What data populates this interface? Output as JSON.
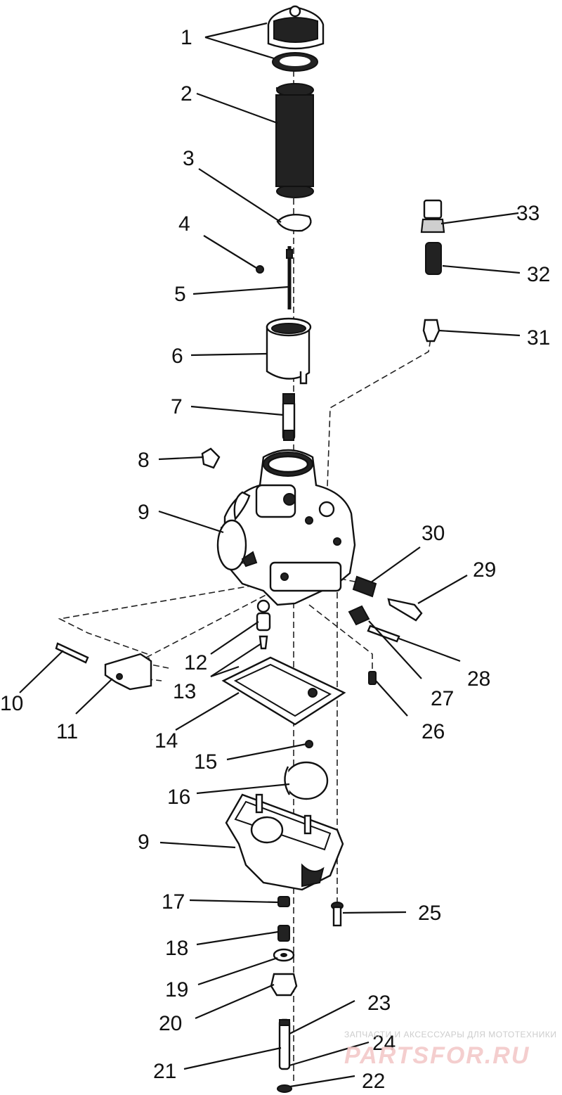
{
  "diagram": {
    "callouts": [
      "1",
      "2",
      "3",
      "4",
      "5",
      "6",
      "7",
      "8",
      "9",
      "10",
      "11",
      "12",
      "13",
      "14",
      "15",
      "16",
      "9",
      "17",
      "18",
      "19",
      "20",
      "21",
      "22",
      "23",
      "24",
      "25",
      "26",
      "27",
      "28",
      "29",
      "30",
      "31",
      "32",
      "33"
    ]
  },
  "watermark": {
    "tagline": "ЗАПЧАСТИ И АКСЕССУАРЫ ДЛЯ МОТОТЕХНИКИ",
    "brand": "PARTSFOR.RU"
  }
}
